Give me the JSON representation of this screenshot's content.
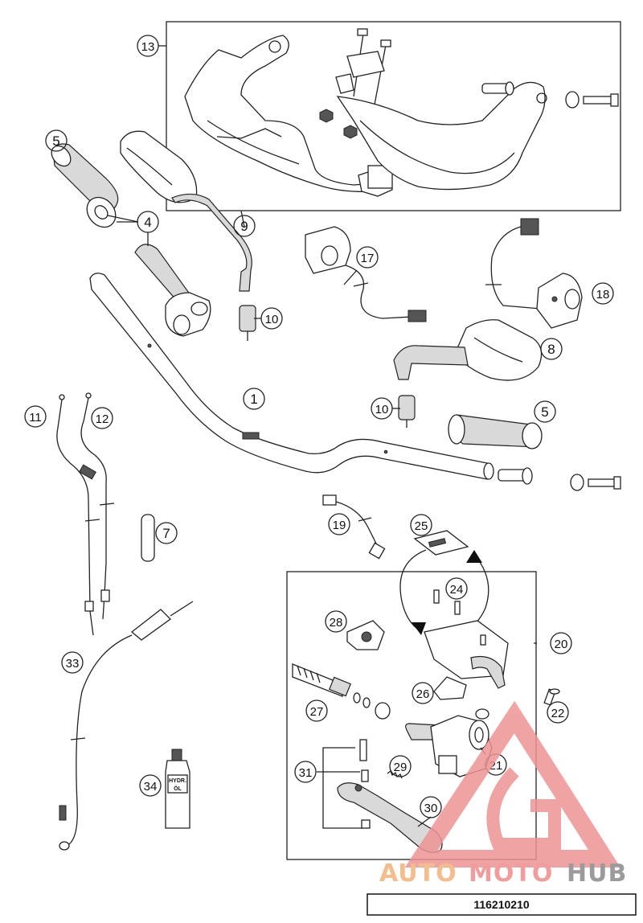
{
  "doc_number": "116210210",
  "logo": {
    "auto": "AUTO",
    "moto": "MOTO",
    "hub": "HUB"
  },
  "oil_label": {
    "line1": "HYDR.",
    "line2": "ÖL"
  },
  "callouts": [
    {
      "id": "c13",
      "label": "13"
    },
    {
      "id": "c5a",
      "label": "5"
    },
    {
      "id": "c4",
      "label": "4"
    },
    {
      "id": "c9",
      "label": "9"
    },
    {
      "id": "c17",
      "label": "17"
    },
    {
      "id": "c18",
      "label": "18"
    },
    {
      "id": "c10a",
      "label": "10"
    },
    {
      "id": "c8",
      "label": "8"
    },
    {
      "id": "c1",
      "label": "1"
    },
    {
      "id": "c11",
      "label": "11"
    },
    {
      "id": "c12",
      "label": "12"
    },
    {
      "id": "c10b",
      "label": "10"
    },
    {
      "id": "c5b",
      "label": "5"
    },
    {
      "id": "c7",
      "label": "7"
    },
    {
      "id": "c19",
      "label": "19"
    },
    {
      "id": "c25",
      "label": "25"
    },
    {
      "id": "c24",
      "label": "24"
    },
    {
      "id": "c28",
      "label": "28"
    },
    {
      "id": "c20",
      "label": "20"
    },
    {
      "id": "c33",
      "label": "33"
    },
    {
      "id": "c26",
      "label": "26"
    },
    {
      "id": "c27",
      "label": "27"
    },
    {
      "id": "c22",
      "label": "22"
    },
    {
      "id": "c21",
      "label": "21"
    },
    {
      "id": "c31",
      "label": "31"
    },
    {
      "id": "c29",
      "label": "29"
    },
    {
      "id": "c34",
      "label": "34"
    },
    {
      "id": "c30",
      "label": "30"
    }
  ]
}
